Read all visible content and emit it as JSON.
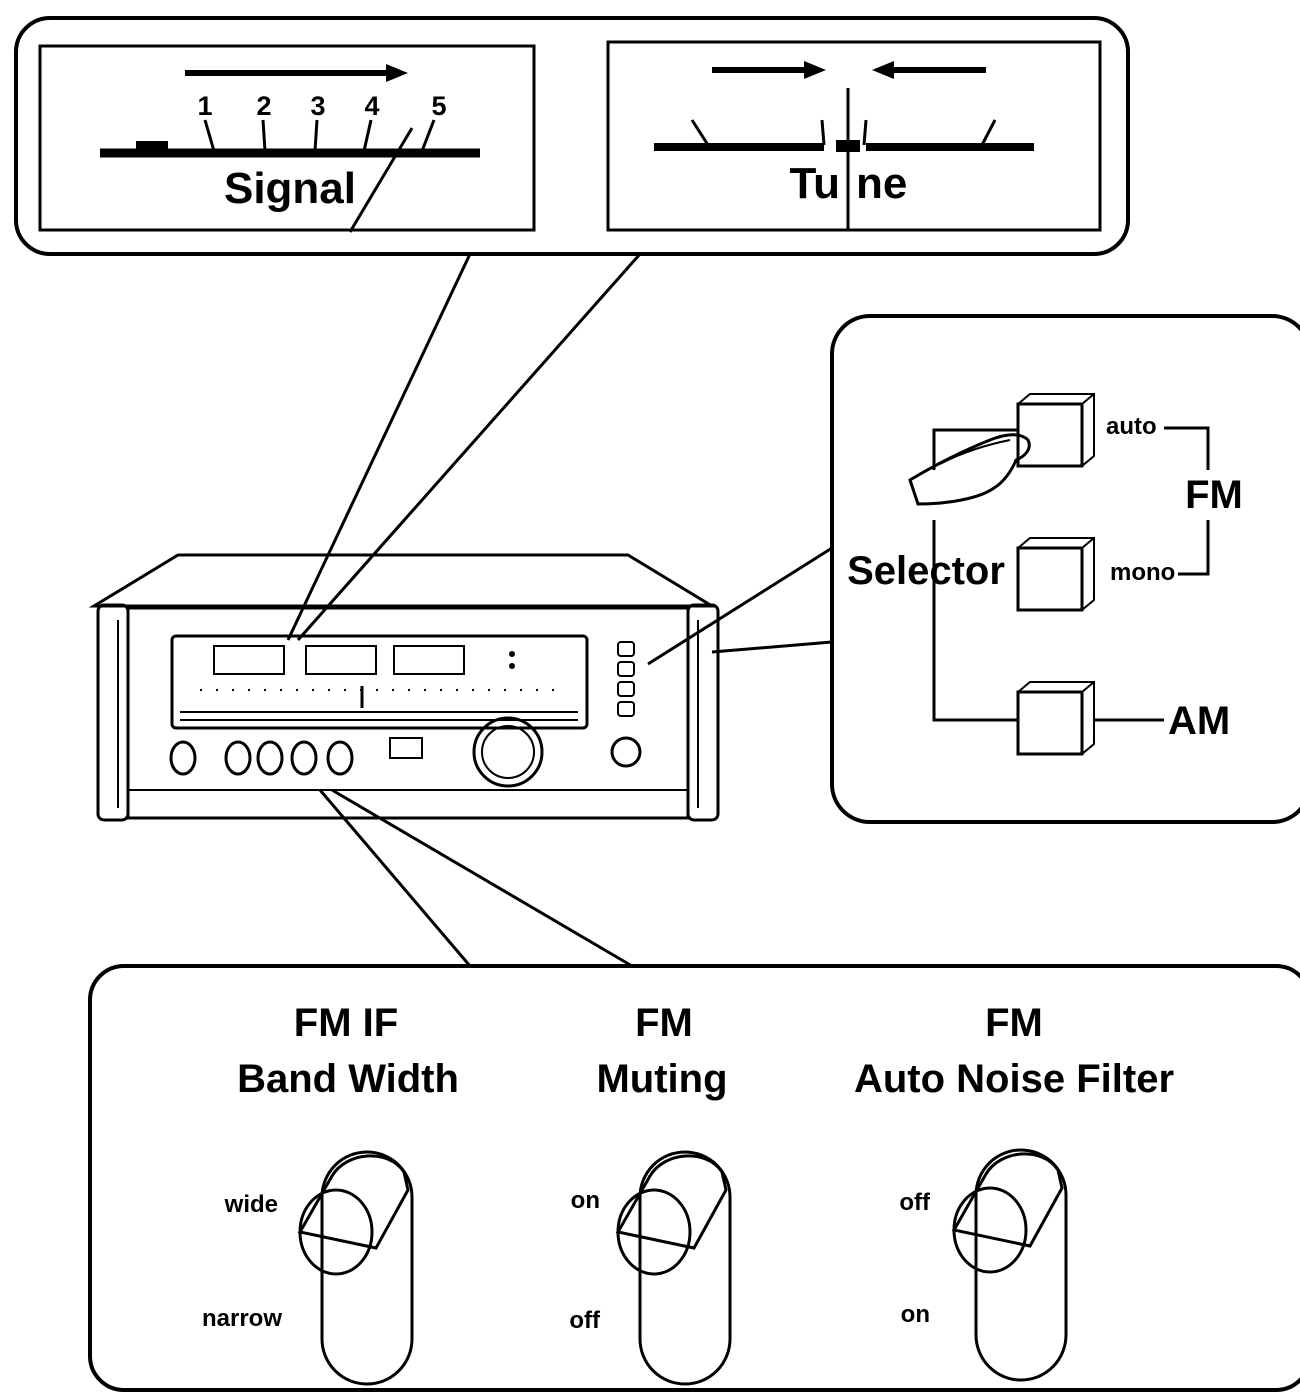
{
  "meters": {
    "signal": {
      "label": "Signal",
      "scale": [
        "1",
        "2",
        "3",
        "4",
        "5"
      ]
    },
    "tune": {
      "label": "Tu",
      "label_suffix": "ne"
    }
  },
  "selector": {
    "title": "Selector",
    "buttons": [
      {
        "label": "auto"
      },
      {
        "label": "mono"
      },
      {
        "label": "AM"
      }
    ],
    "group_label": "FM"
  },
  "switches": [
    {
      "title_line1": "FM IF",
      "title_line2": "Band Width",
      "top": "wide",
      "bottom": "narrow",
      "position": "top"
    },
    {
      "title_line1": "FM",
      "title_line2": "Muting",
      "top": "on",
      "bottom": "off",
      "position": "top"
    },
    {
      "title_line1": "FM",
      "title_line2": "Auto Noise Filter",
      "top": "off",
      "bottom": "on",
      "position": "top"
    }
  ]
}
